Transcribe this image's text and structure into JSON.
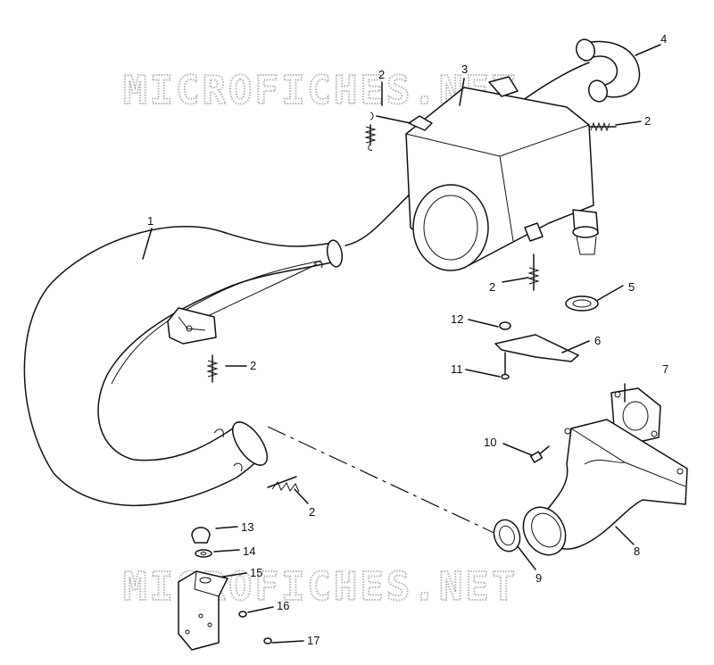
{
  "watermark": {
    "top": "MICROFICHES.NET",
    "bottom": "MICROFICHES.NET"
  },
  "callouts": {
    "c1": "1",
    "c2a": "2",
    "c2b": "2",
    "c2c": "2",
    "c2d": "2",
    "c2e": "2",
    "c3": "3",
    "c4": "4",
    "c5": "5",
    "c6": "6",
    "c7": "7",
    "c8": "8",
    "c9": "9",
    "c10": "10",
    "c11": "11",
    "c12": "12",
    "c13": "13",
    "c14": "14",
    "c15": "15",
    "c16": "16",
    "c17": "17"
  }
}
